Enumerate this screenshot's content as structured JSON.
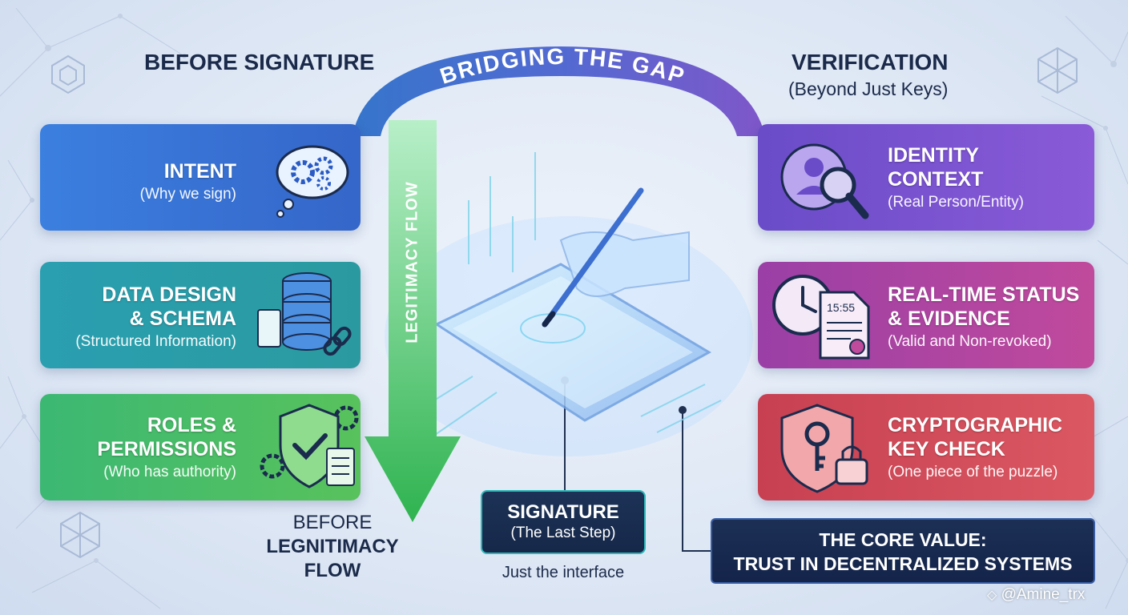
{
  "header": {
    "left_heading": "BEFORE SIGNATURE",
    "right_heading": "VERIFICATION",
    "right_subheading": "(Beyond Just Keys)",
    "arc_label": "BRIDGING THE GAP"
  },
  "left_cards": [
    {
      "title_lines": [
        "INTENT"
      ],
      "sub": "(Why we sign)",
      "icon": "thought-gears-icon",
      "color": "#3a78d8"
    },
    {
      "title_lines": [
        "DATA DESIGN",
        "& SCHEMA"
      ],
      "sub": "(Structured Information)",
      "icon": "database-icon",
      "color": "#2aa3a8"
    },
    {
      "title_lines": [
        "ROLES &",
        "PERMISSIONS"
      ],
      "sub": "(Who has authority)",
      "icon": "shield-check-icon",
      "color": "#3fb868"
    }
  ],
  "right_cards": [
    {
      "title_lines": [
        "IDENTITY",
        "CONTEXT"
      ],
      "sub": "(Real Person/Entity)",
      "icon": "identity-search-icon",
      "color": "#7b55cf"
    },
    {
      "title_lines": [
        "REAL-TIME STATUS",
        "& EVIDENCE"
      ],
      "sub": "(Valid and Non-revoked)",
      "icon": "clock-document-icon",
      "color": "#a8449f",
      "clock_time": "15:55"
    },
    {
      "title_lines": [
        "CRYPTOGRAPHIC",
        "KEY CHECK"
      ],
      "sub": "(One piece of the puzzle)",
      "icon": "shield-key-icon",
      "color": "#d0485a"
    }
  ],
  "flow": {
    "vertical_label": "LEGITIMACY FLOW",
    "bottom_lines": [
      "BEFORE",
      "LEGNITIMACY",
      "FLOW"
    ]
  },
  "signature": {
    "title": "SIGNATURE",
    "sub": "(The Last Step)",
    "caption": "Just the interface"
  },
  "core_value": {
    "line1": "THE CORE VALUE:",
    "line2": "TRUST IN DECENTRALIZED SYSTEMS"
  },
  "watermark": "@Amine_trx"
}
